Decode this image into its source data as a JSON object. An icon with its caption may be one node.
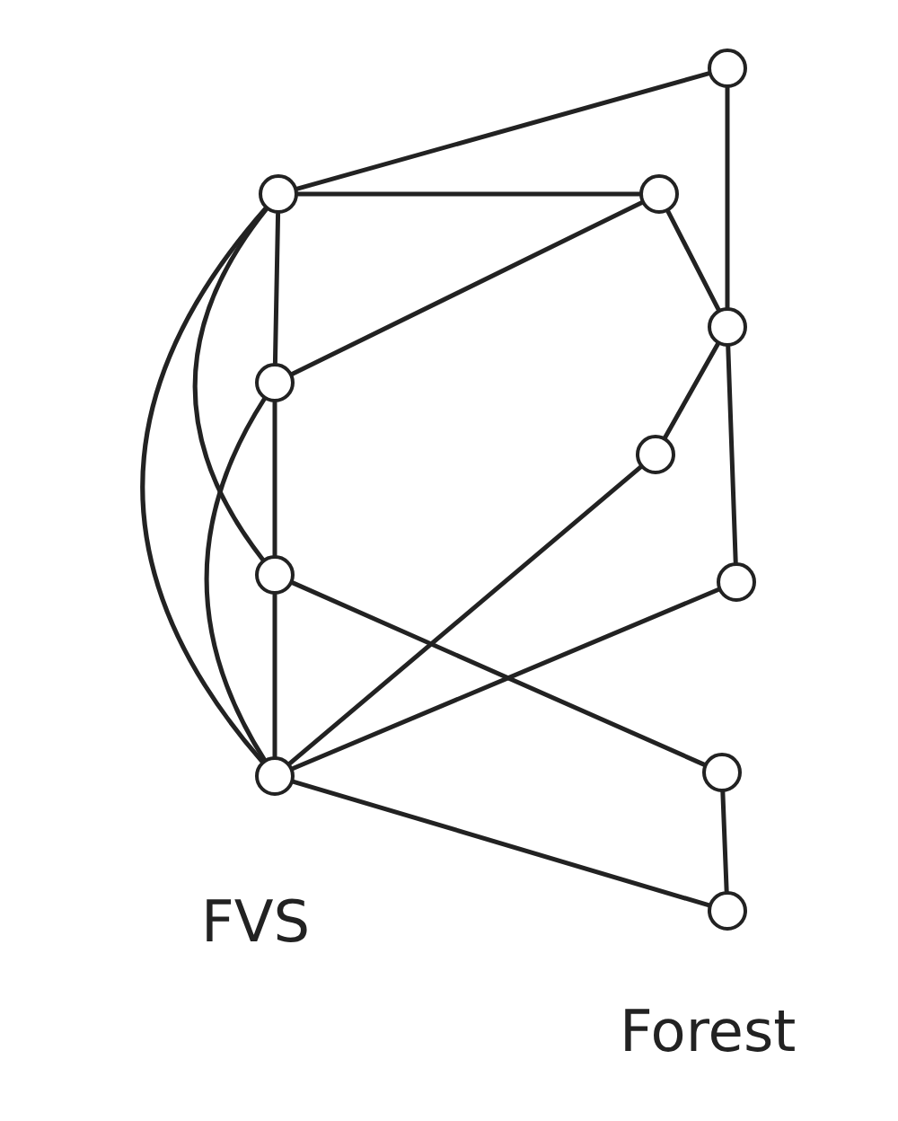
{
  "diagram": {
    "nodes": [
      {
        "text": [],
        "shape": "circle"
      },
      {
        "text": [],
        "shape": "circle"
      },
      {
        "text": [],
        "shape": "circle"
      },
      {
        "text": [],
        "shape": "circle"
      },
      {
        "text": [],
        "shape": "circle"
      },
      {
        "text": [],
        "shape": "circle"
      },
      {
        "text": [],
        "shape": "circle"
      },
      {
        "text": [],
        "shape": "circle"
      },
      {
        "text": [],
        "shape": "circle"
      },
      {
        "text": [],
        "shape": "circle"
      },
      {
        "text": [],
        "shape": "circle"
      }
    ],
    "edges": [
      {
        "from": 0,
        "to": 4,
        "arrow": "none"
      },
      {
        "from": 0,
        "to": 5,
        "arrow": "none"
      },
      {
        "from": 0,
        "to": 1,
        "arrow": "none"
      },
      {
        "from": 1,
        "to": 2,
        "arrow": "none"
      },
      {
        "from": 2,
        "to": 3,
        "arrow": "none"
      },
      {
        "from": 0,
        "to": 3,
        "arrow": "none"
      },
      {
        "from": 0,
        "to": 2,
        "arrow": "none"
      },
      {
        "from": 1,
        "to": 3,
        "arrow": "none"
      },
      {
        "from": 1,
        "to": 5,
        "arrow": "none"
      },
      {
        "from": 4,
        "to": 6,
        "arrow": "none"
      },
      {
        "from": 5,
        "to": 6,
        "arrow": "none"
      },
      {
        "from": 6,
        "to": 8,
        "arrow": "none"
      },
      {
        "from": 6,
        "to": 7,
        "arrow": "none"
      },
      {
        "from": 7,
        "to": 3,
        "arrow": "none"
      },
      {
        "from": 2,
        "to": 9,
        "arrow": "none"
      },
      {
        "from": 3,
        "to": 8,
        "arrow": "none"
      },
      {
        "from": 3,
        "to": 10,
        "arrow": "none"
      },
      {
        "from": 9,
        "to": 10,
        "arrow": "none"
      }
    ],
    "labels": [
      "FVS",
      "Forest"
    ]
  }
}
